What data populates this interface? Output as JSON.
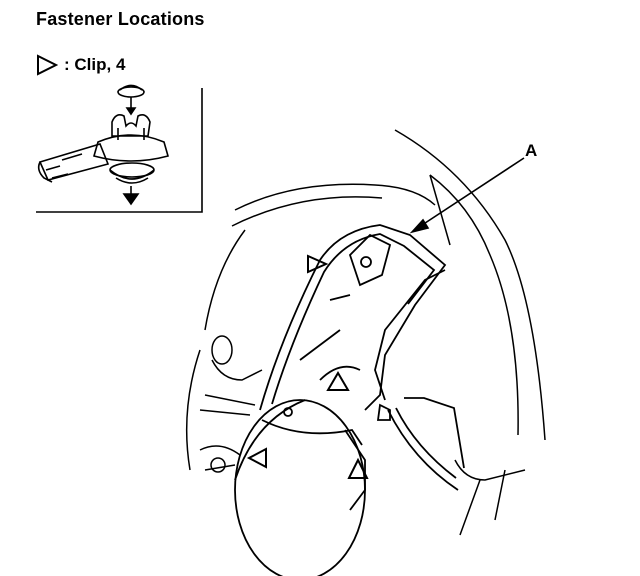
{
  "title": "Fastener Locations",
  "legend": {
    "symbol": "clip-marker-triangle",
    "label": ": Clip, 4"
  },
  "callouts": {
    "a": "A"
  },
  "colors": {
    "ink": "#000000",
    "background": "#ffffff"
  }
}
